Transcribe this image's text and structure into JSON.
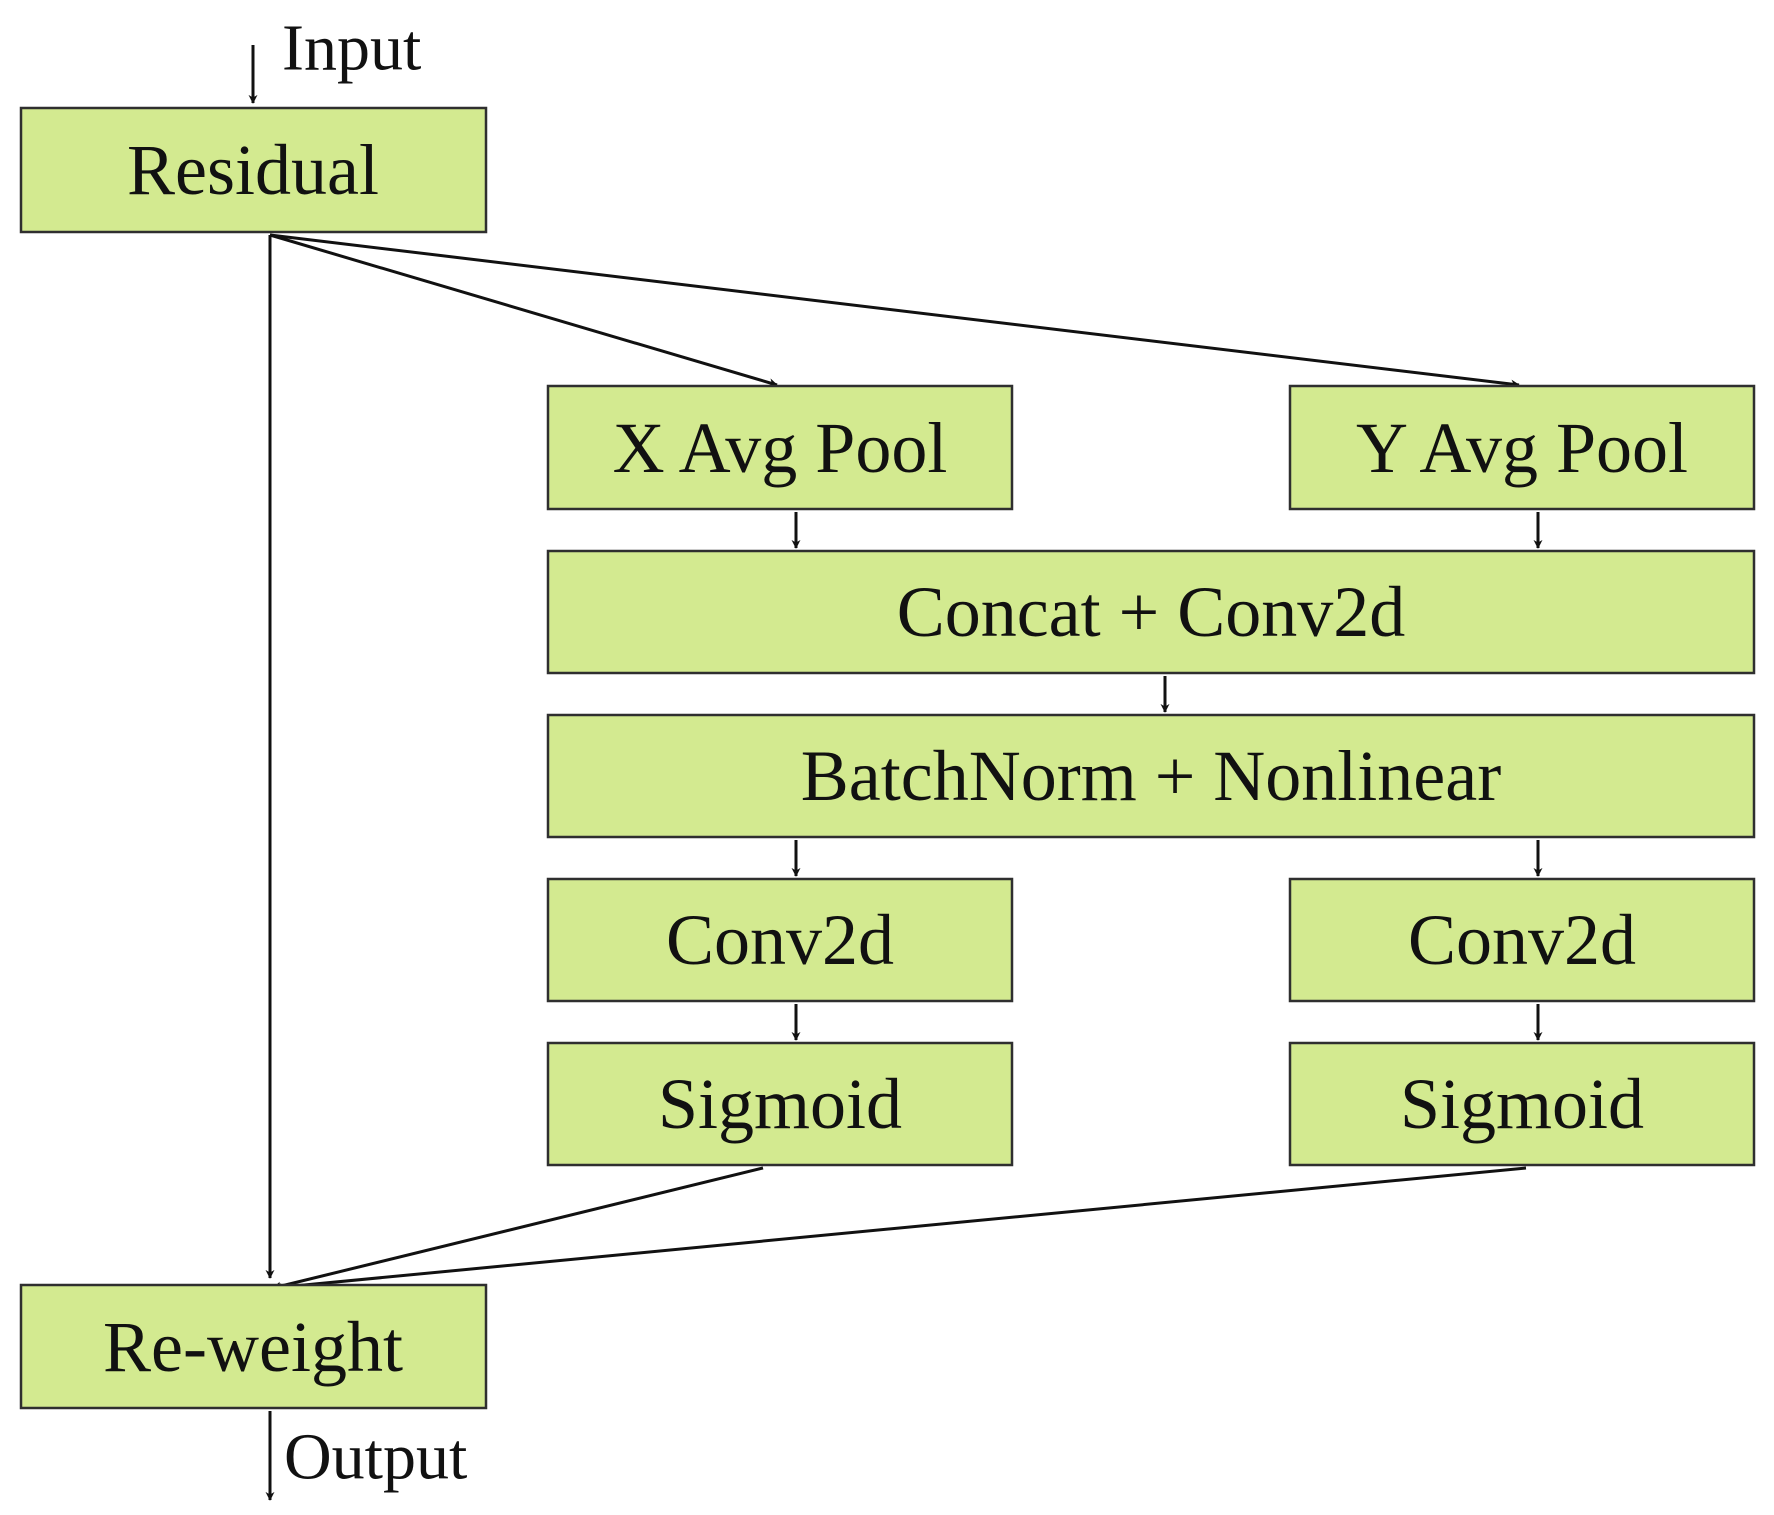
{
  "io": {
    "input_label": "Input",
    "output_label": "Output"
  },
  "nodes": {
    "residual": "Residual",
    "x_avg_pool": "X Avg Pool",
    "y_avg_pool": "Y Avg Pool",
    "concat_conv": "Concat + Conv2d",
    "batchnorm_nonlinear": "BatchNorm + Nonlinear",
    "conv2d_left": "Conv2d",
    "conv2d_right": "Conv2d",
    "sigmoid_left": "Sigmoid",
    "sigmoid_right": "Sigmoid",
    "reweight": "Re-weight"
  },
  "colors": {
    "box_fill": "#d3ea90",
    "box_stroke": "#2f2f2f",
    "edge": "#111111",
    "background": "#ffffff"
  }
}
